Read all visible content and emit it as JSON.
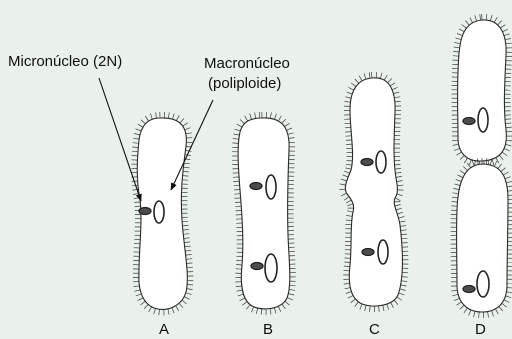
{
  "labels": {
    "micronucleus": "Micronúcleo (2N)",
    "macronucleus_line1": "Macronúcleo",
    "macronucleus_line2": "(poliploide)"
  },
  "panels": [
    {
      "letter": "A"
    },
    {
      "letter": "B"
    },
    {
      "letter": "C"
    },
    {
      "letter": "D"
    }
  ],
  "colors": {
    "background": "#e9f1ea",
    "cell_fill": "#ffffff",
    "outline": "#2a2a2a",
    "micronucleus_fill": "#4d4d4d"
  }
}
